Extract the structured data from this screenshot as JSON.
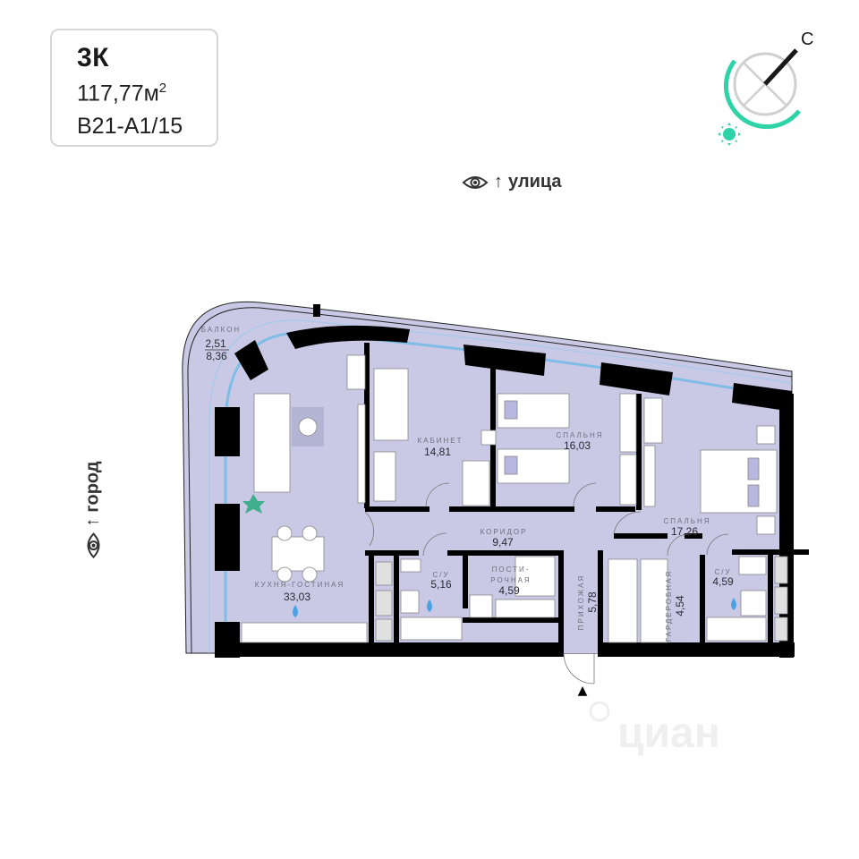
{
  "apartment": {
    "rooms_label": "3К",
    "area_value": "117,77м",
    "area_unit_sup": "2",
    "unit_code": "B21-A1/15"
  },
  "compass": {
    "north_label": "С",
    "colors": {
      "ring": "#cfcfcf",
      "arc": "#2ed3a8",
      "needle": "#1a1a1a",
      "sun": "#2ed3a8"
    }
  },
  "views": {
    "street": {
      "arrow": "↑",
      "label": "улица",
      "icon": "eye-icon"
    },
    "city": {
      "arrow": "↑",
      "label": "город",
      "icon": "eye-icon"
    }
  },
  "rooms": [
    {
      "id": "balcony",
      "name": "БАЛКОН",
      "area_top": "2,51",
      "area_bottom": "8,36"
    },
    {
      "id": "study",
      "name": "КАБИНЕТ",
      "area": "14,81"
    },
    {
      "id": "bedroom1",
      "name": "СПАЛЬНЯ",
      "area": "16,03"
    },
    {
      "id": "bedroom2",
      "name": "СПАЛЬНЯ",
      "area": "17,26"
    },
    {
      "id": "corridor",
      "name": "КОРИДОР",
      "area": "9,47"
    },
    {
      "id": "kitchen_living",
      "name": "КУХНЯ-ГОСТИНАЯ",
      "area": "33,03"
    },
    {
      "id": "bathroom1",
      "name": "С/У",
      "area": "5,16"
    },
    {
      "id": "laundry",
      "name_line1": "ПОСТИ-",
      "name_line2": "РОЧНАЯ",
      "area": "4,59"
    },
    {
      "id": "hallway",
      "name": "ПРИХОЖАЯ",
      "area": "5,78"
    },
    {
      "id": "wardrobe",
      "name": "ГАРДЕРОБНАЯ",
      "area": "4,54"
    },
    {
      "id": "bathroom2",
      "name": "С/У",
      "area": "4,59"
    }
  ],
  "colors": {
    "floor": "#c9c9e6",
    "wall": "#000000",
    "glass": "#7fbde6",
    "furniture": "#ffffff",
    "pillow": "#b7b7e0",
    "water": "#4aa3e0",
    "plant": "#3fae8a"
  },
  "entrance_marker": "▲",
  "watermark": "циан"
}
